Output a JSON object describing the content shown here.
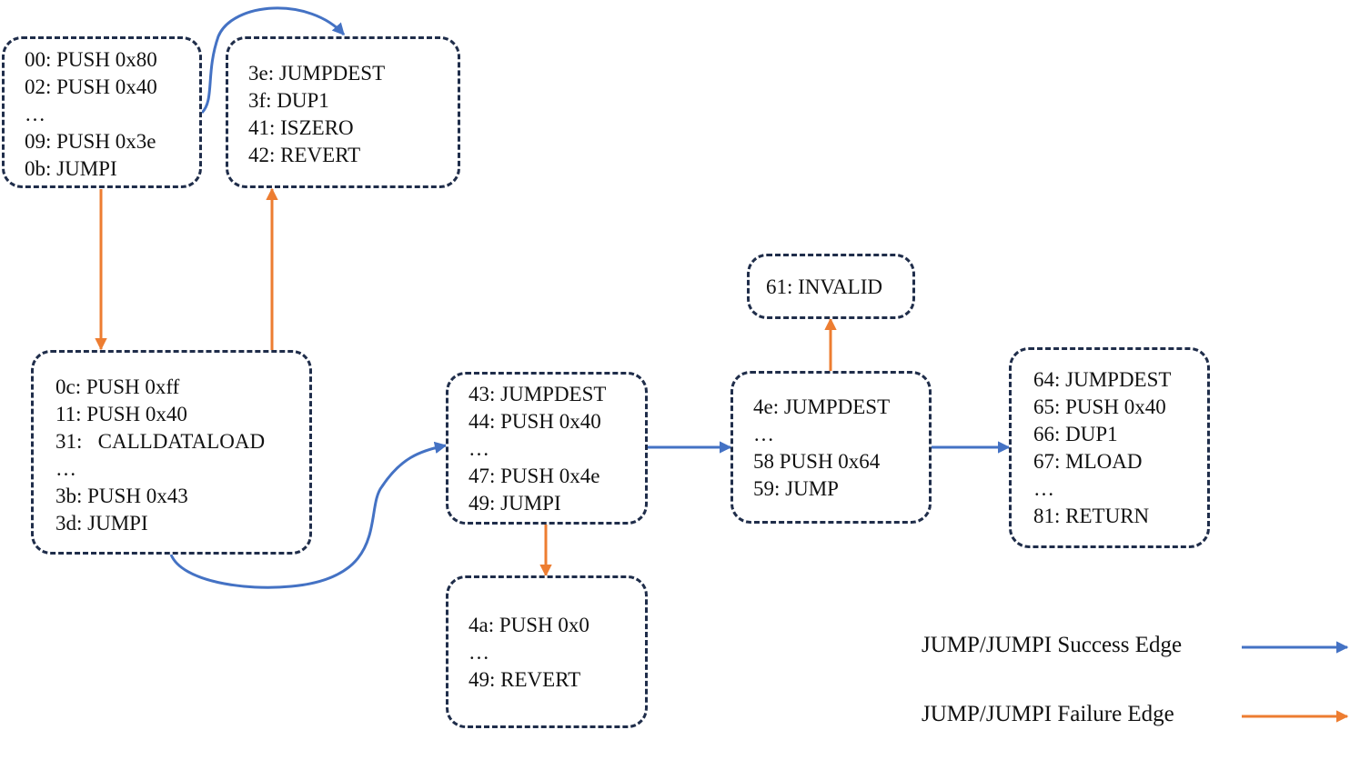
{
  "colors": {
    "success": "#4472c4",
    "failure": "#ed7d31",
    "border": "#1f2d4a",
    "text": "#111111"
  },
  "blocks": [
    {
      "id": "block-00",
      "lines": [
        "00: PUSH 0x80",
        "02: PUSH 0x40",
        "…",
        "09: PUSH 0x3e",
        "0b: JUMPI"
      ]
    },
    {
      "id": "block-3e",
      "lines": [
        "3e: JUMPDEST",
        "3f: DUP1",
        "41: ISZERO",
        "42: REVERT"
      ]
    },
    {
      "id": "block-0c",
      "lines": [
        "0c: PUSH 0xff",
        "11: PUSH 0x40",
        "31:   CALLDATALOAD",
        "…",
        "3b: PUSH 0x43",
        "3d: JUMPI"
      ]
    },
    {
      "id": "block-43",
      "lines": [
        "43: JUMPDEST",
        "44: PUSH 0x40",
        "…",
        "47: PUSH 0x4e",
        "49: JUMPI"
      ]
    },
    {
      "id": "block-4a",
      "lines": [
        "4a: PUSH 0x0",
        "…",
        "49: REVERT"
      ]
    },
    {
      "id": "block-4e",
      "lines": [
        "4e: JUMPDEST",
        "…",
        "58 PUSH 0x64",
        "59: JUMP"
      ]
    },
    {
      "id": "block-61",
      "lines": [
        "61: INVALID"
      ]
    },
    {
      "id": "block-64",
      "lines": [
        "64: JUMPDEST",
        "65: PUSH 0x40",
        "66: DUP1",
        "67: MLOAD",
        "…",
        "81: RETURN"
      ]
    }
  ],
  "edges": [
    {
      "from": "block-00",
      "to": "block-3e",
      "kind": "success"
    },
    {
      "from": "block-00",
      "to": "block-0c",
      "kind": "failure"
    },
    {
      "from": "block-0c",
      "to": "block-3e",
      "kind": "failure"
    },
    {
      "from": "block-0c",
      "to": "block-43",
      "kind": "success"
    },
    {
      "from": "block-43",
      "to": "block-4a",
      "kind": "failure"
    },
    {
      "from": "block-43",
      "to": "block-4e",
      "kind": "success"
    },
    {
      "from": "block-4e",
      "to": "block-61",
      "kind": "failure"
    },
    {
      "from": "block-4e",
      "to": "block-64",
      "kind": "success"
    }
  ],
  "legend": {
    "success_label": "JUMP/JUMPI Success Edge",
    "failure_label": "JUMP/JUMPI Failure Edge"
  }
}
